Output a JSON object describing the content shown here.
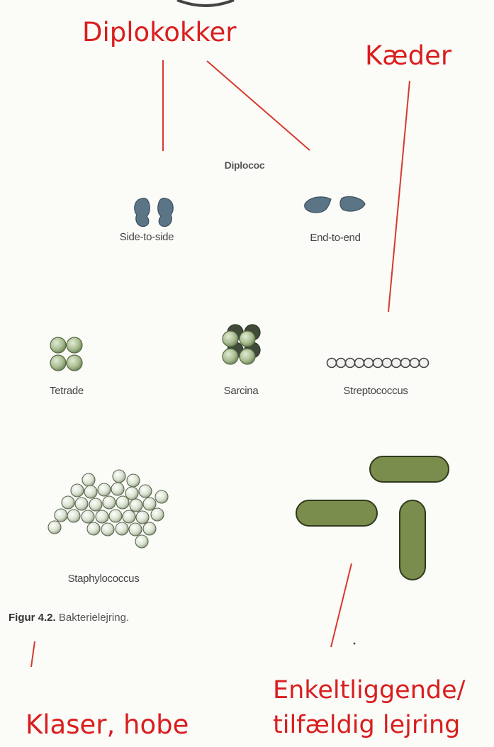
{
  "annotations": {
    "diplokokker": "Diplokokker",
    "kaeder": "Kæder",
    "klaser": "Klaser, hobe",
    "enkelt_line1": "Enkeltliggende/",
    "enkelt_line2": "tilfældig lejring"
  },
  "figure": {
    "heading": "Diplococ",
    "side_to_side": "Side-to-side",
    "end_to_end": "End-to-end",
    "tetrade": "Tetrade",
    "sarcina": "Sarcina",
    "streptococcus": "Streptococcus",
    "staphylococcus": "Staphylococcus",
    "caption_label": "Figur 4.2.",
    "caption_text": "Bakterielejring."
  },
  "colors": {
    "annotation_red": "#d91e1e",
    "diplococ_blue": "#5b7486",
    "coccus_green": "#9fb486",
    "bacillus_green": "#7a8d4c"
  }
}
